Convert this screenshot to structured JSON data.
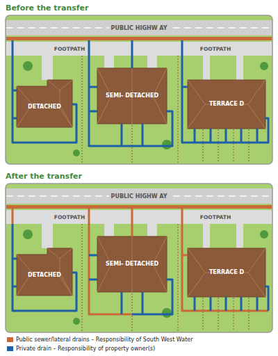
{
  "diagram": {
    "nodes": [
      {
        "text": [
          "DETACHED"
        ]
      },
      {
        "text": [
          "SEMI- DETACHED"
        ]
      },
      {
        "text": [
          "TERRACE D"
        ]
      },
      {
        "text": [
          "DETACHED"
        ]
      },
      {
        "text": [
          "SEMI- DETACHED"
        ]
      },
      {
        "text": [
          "TERRACE D"
        ]
      }
    ],
    "labels": [
      "Before the transfer",
      "PUBLIC HIGHW AY",
      "FOOTPATH",
      "FOOTPATH",
      "After the transfer",
      "PUBLIC HIGHW AY",
      "FOOTPATH",
      "FOOTPATH"
    ],
    "legend": [
      {
        "text": "Public sewer/lateral drains – Responsibility of South West Water",
        "color": "#c9693a"
      },
      {
        "text": "Private drain – Responsibility of property owner(s)",
        "color": "#1f5fa8"
      }
    ]
  }
}
